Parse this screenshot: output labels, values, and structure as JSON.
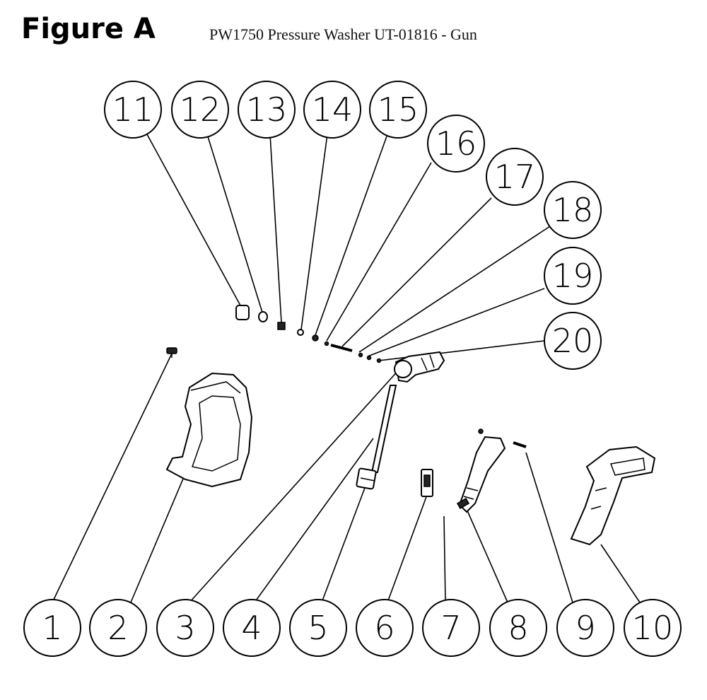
{
  "header": {
    "figure_label": "Figure A",
    "title": "PW1750 Pressure Washer UT-01816 - Gun"
  },
  "callouts": [
    "1",
    "2",
    "3",
    "4",
    "5",
    "6",
    "7",
    "8",
    "9",
    "10",
    "11",
    "12",
    "13",
    "14",
    "15",
    "16",
    "17",
    "18",
    "19",
    "20"
  ],
  "colors": {
    "ink": "#000000",
    "paper": "#ffffff"
  }
}
